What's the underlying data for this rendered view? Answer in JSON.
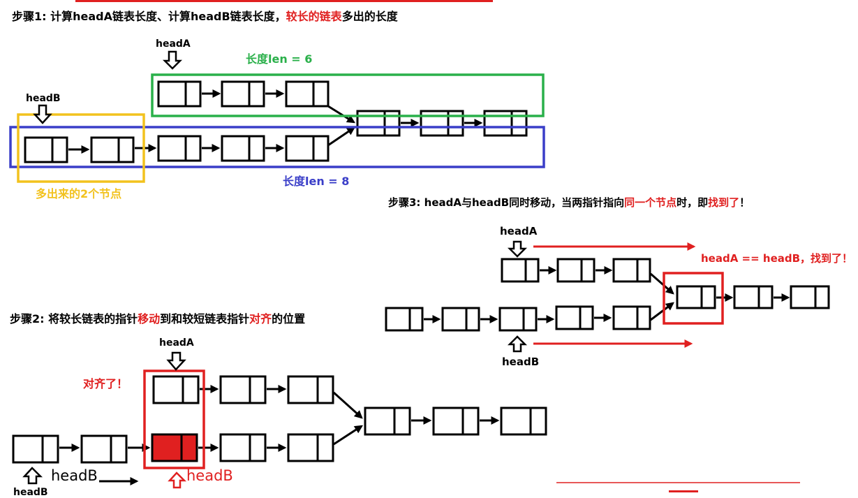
{
  "step1": {
    "prefix": "步骤1: 计算headA链表长度、计算headB链表长度，",
    "highlight": "较长的链表",
    "suffix": "多出的长度"
  },
  "step1_labels": {
    "headA": "headA",
    "headB": "headB",
    "lenA": "长度len = 6",
    "lenB": "长度len = 8",
    "extra": "多出来的2个节点"
  },
  "step2": {
    "p1": "步骤2: 将较长链表的指针",
    "h1": "移动",
    "p2": "到和较短链表指针",
    "h2": "对齐",
    "p3": "的位置"
  },
  "step2_labels": {
    "headA": "headA",
    "aligned": "对齐了！",
    "headB_black": "headB",
    "headB_red": "headB",
    "headB_cut": "headB"
  },
  "step3": {
    "p1": "步骤3: headA与headB同时移动，当两指针指向",
    "h1": "同一个节点",
    "p2": "时，即",
    "h2": "找到了",
    "p3": "！"
  },
  "step3_labels": {
    "headA": "headA",
    "headB": "headB",
    "found": "headA == headB，找到了！"
  },
  "colors": {
    "red": "#e02020",
    "green": "#2ab04a",
    "blue": "#3a3ec8",
    "yellow": "#f2c21e",
    "black": "#000000"
  }
}
